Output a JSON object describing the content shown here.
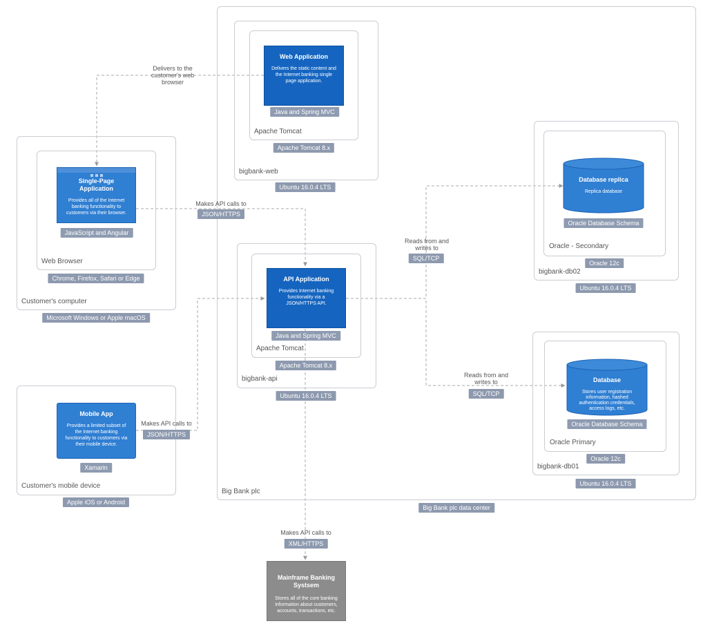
{
  "boundaries": {
    "datacenter": {
      "label": "Big Bank plc",
      "tag": "Big Bank plc data center"
    },
    "bigbank_web": {
      "label": "bigbank-web",
      "tag": "Ubuntu 16.0.4 LTS"
    },
    "tomcat_web": {
      "label": "Apache Tomcat",
      "tag": "Apache Tomcat 8.x"
    },
    "bigbank_api": {
      "label": "bigbank-api",
      "tag": "Ubuntu 16.0.4 LTS"
    },
    "tomcat_api": {
      "label": "Apache Tomcat",
      "tag": "Apache Tomcat 8.x"
    },
    "db02": {
      "label": "bigbank-db02",
      "tag": "Ubuntu 16.0.4 LTS"
    },
    "oracle_secondary": {
      "label": "Oracle - Secondary",
      "tag": "Oracle 12c"
    },
    "db01": {
      "label": "bigbank-db01",
      "tag": "Ubuntu 16.0.4 LTS"
    },
    "oracle_primary": {
      "label": "Oracle Primary",
      "tag": "Oracle 12c"
    },
    "customer_computer": {
      "label": "Customer's computer",
      "tag": "Microsoft Windows or Apple macOS"
    },
    "web_browser": {
      "label": "Web Browser",
      "tag": "Chrome, Firefox, Safari or Edge"
    },
    "mobile_device": {
      "label": "Customer's mobile device",
      "tag": "Apple iOS or Android"
    }
  },
  "components": {
    "web_app": {
      "title": "Web Application",
      "desc": "Delivers the static content and the Internet banking single page application.",
      "tech": "Java and Spring MVC"
    },
    "api_app": {
      "title": "API Application",
      "desc": "Provides Internet banking functionality via a JSON/HTTPS API.",
      "tech": "Java and Spring MVC"
    },
    "spa": {
      "title": "Single-Page Application",
      "desc": "Provides all of the Internet banking functionality to customers via their browser.",
      "tech": "JavaScript and Angular"
    },
    "mobile": {
      "title": "Mobile App",
      "desc": "Provides a limited subset of the Internet banking functionality to customers via their mobile device.",
      "tech": "Xamarin"
    },
    "db_replica": {
      "title": "Database replica",
      "desc": "Replica database",
      "tech": "Oracle Database Schema"
    },
    "db_primary": {
      "title": "Database",
      "desc": "Stores user registration information, hashed authentication credentials, access logs, etc.",
      "tech": "Oracle Database Schema"
    },
    "mainframe": {
      "title": "Mainframe Banking Systsem",
      "desc": "Stores all of the core banking information about customers, accounts, transactions, etc."
    }
  },
  "edges": {
    "deliver": {
      "label": "Delivers to the customer's web browser"
    },
    "spa_api": {
      "label": "Makes API calls to",
      "tech": "JSON/HTTPS"
    },
    "mobile_api": {
      "label": "Makes API calls to",
      "tech": "JSON/HTTPS"
    },
    "api_replica": {
      "label": "Reads from and writes to",
      "tech": "SQL/TCP"
    },
    "api_primary": {
      "label": "Reads from and writes to",
      "tech": "SQL/TCP"
    },
    "api_mainframe": {
      "label": "Makes API calls to",
      "tech": "XML/HTTPS"
    }
  },
  "colors": {
    "container": "#1565c0",
    "external": "#8c8c8c",
    "tag": "#8d99ae",
    "border": "#c9ccd1",
    "edge": "#9a9a9a"
  }
}
